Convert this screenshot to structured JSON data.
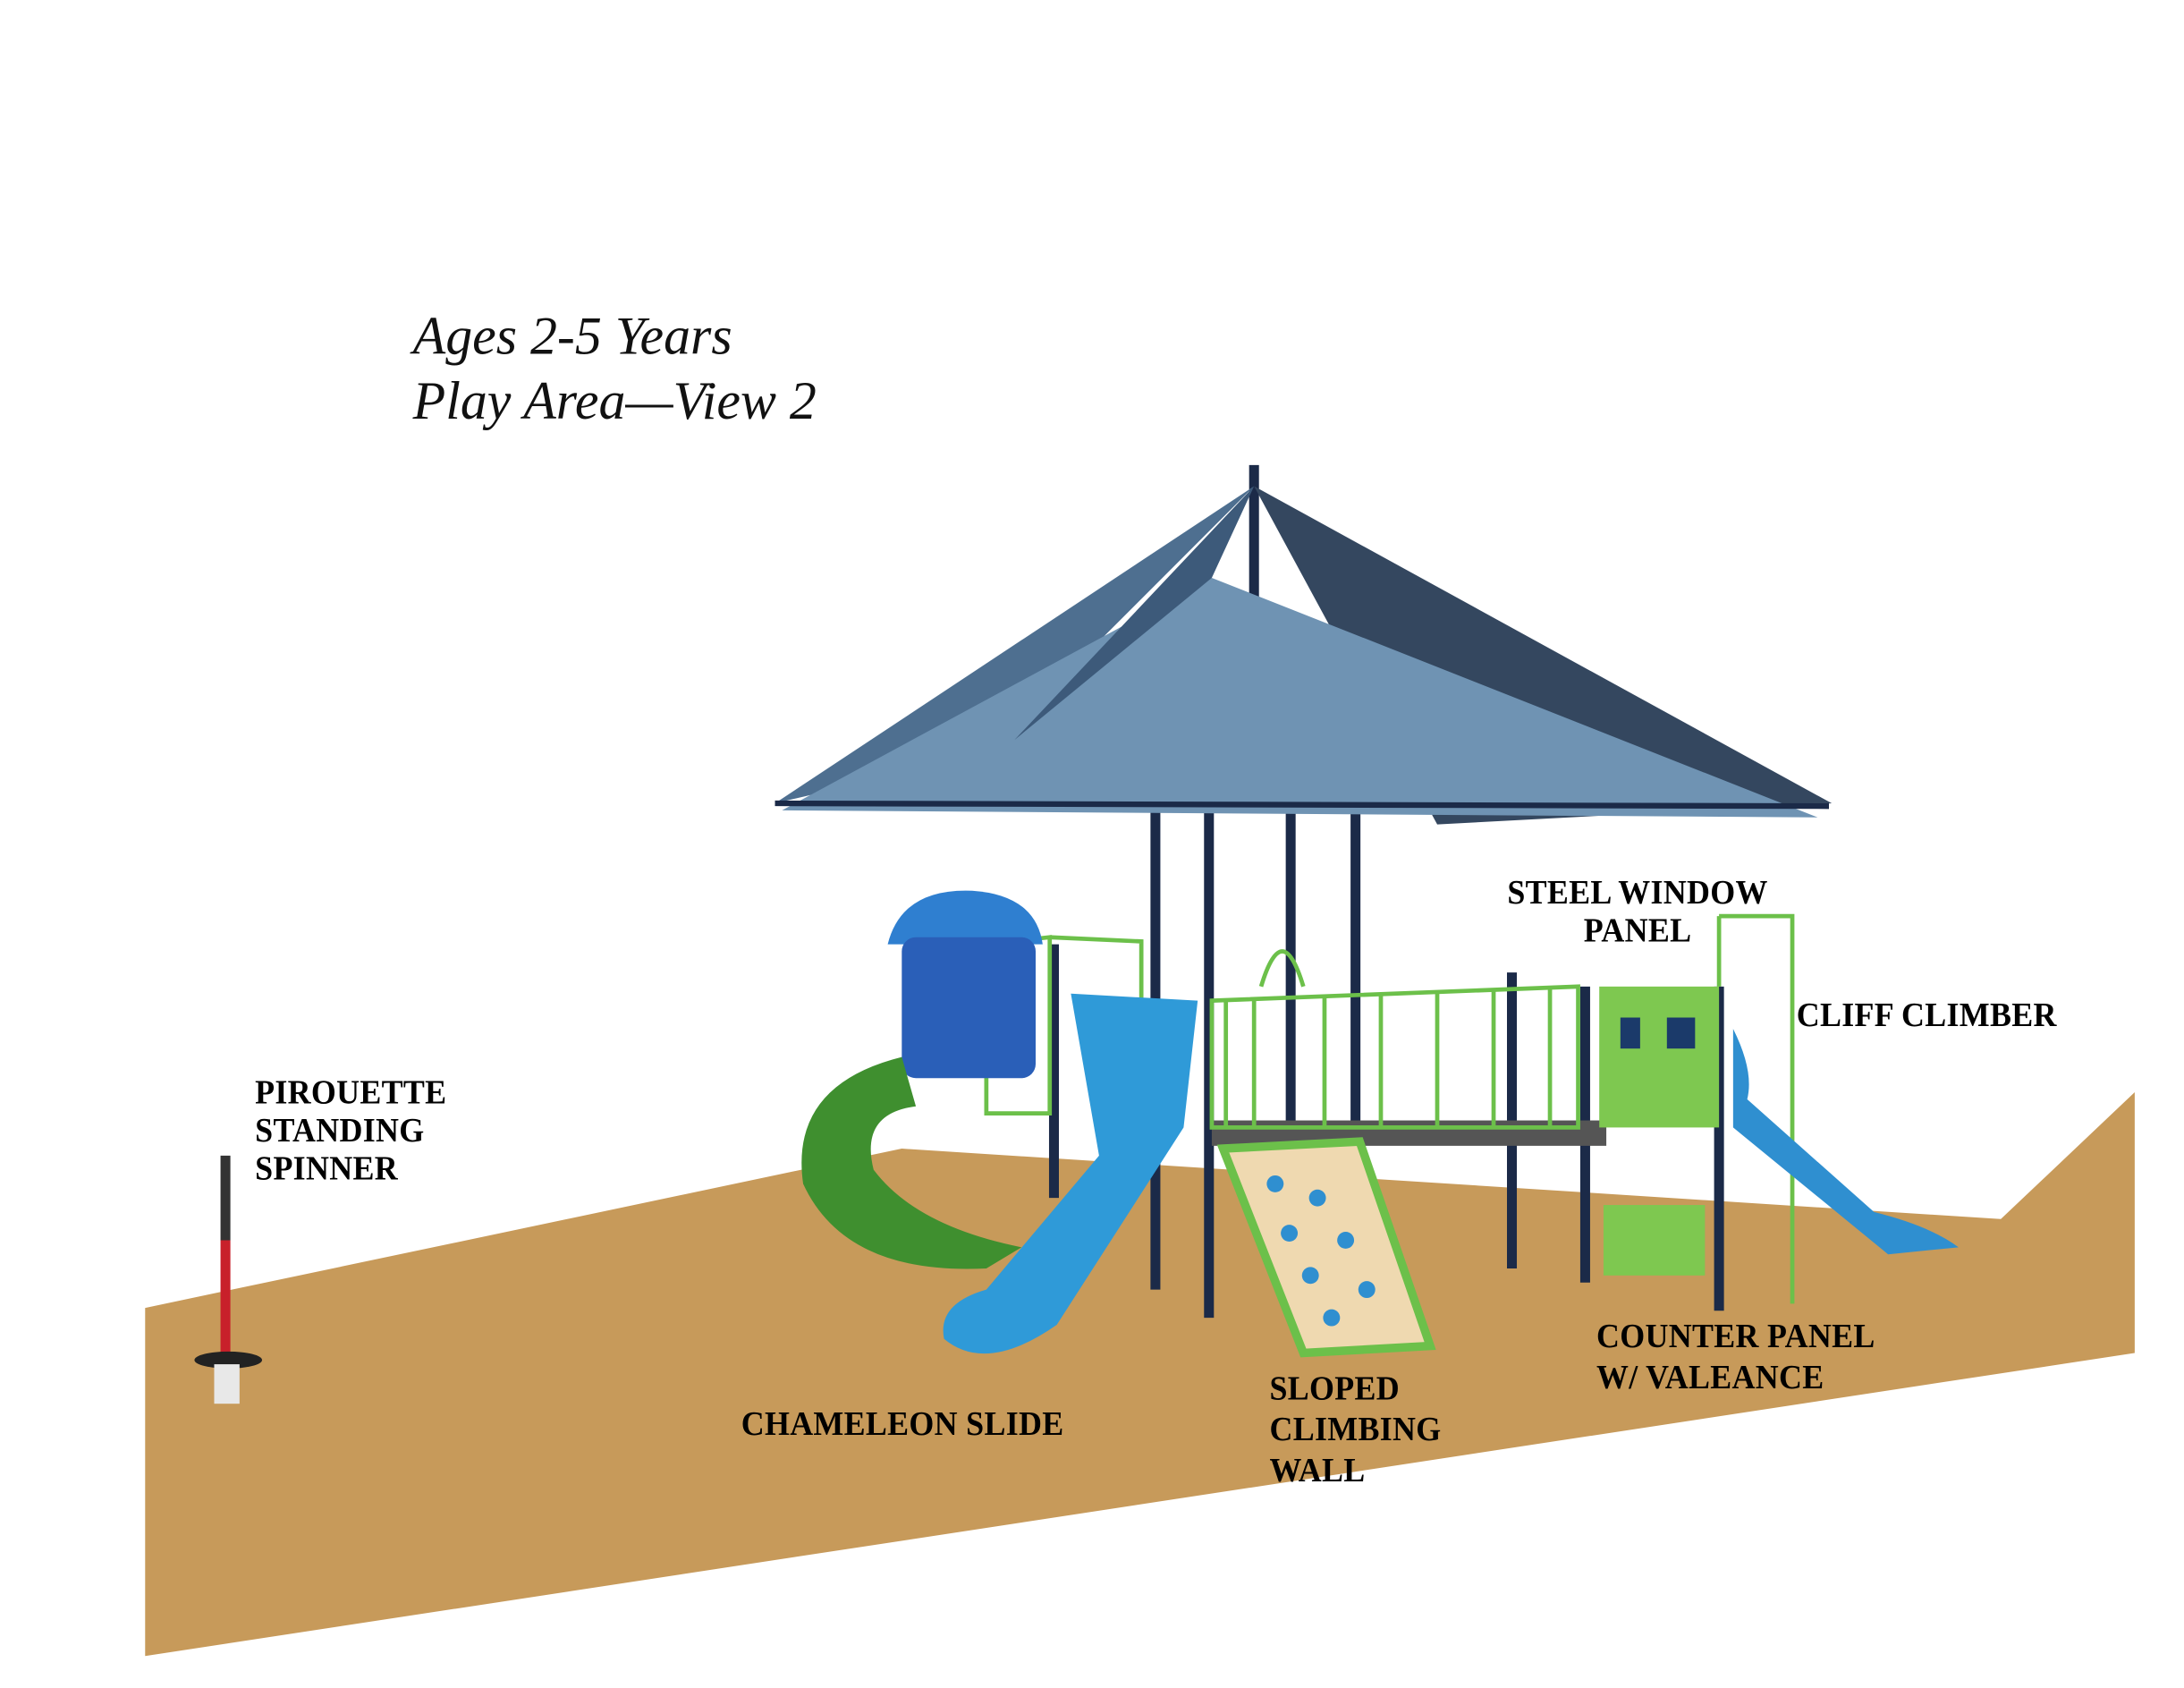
{
  "title": {
    "line1": "Ages 2-5 Years",
    "line2": "Play Area—View 2"
  },
  "labels": {
    "pirouette": [
      "PIROUETTE",
      "STANDING",
      "SPINNER"
    ],
    "chameleon_slide": "CHAMELEON SLIDE",
    "sloped_wall": [
      "SLOPED",
      "CLIMBING",
      "WALL"
    ],
    "counter_panel": [
      "COUNTER PANEL",
      "W/ VALEANCE"
    ],
    "steel_window": [
      "STEEL WINDOW",
      "PANEL"
    ],
    "cliff_climber": "CLIFF CLIMBER"
  },
  "colors": {
    "ground": "#c79a5a",
    "canopy_light": "#6f93b3",
    "canopy_dark": "#34475f",
    "post": "#1b2a48",
    "green": "#6cc04a",
    "blue": "#2f8fd0",
    "red": "#c8202a"
  }
}
